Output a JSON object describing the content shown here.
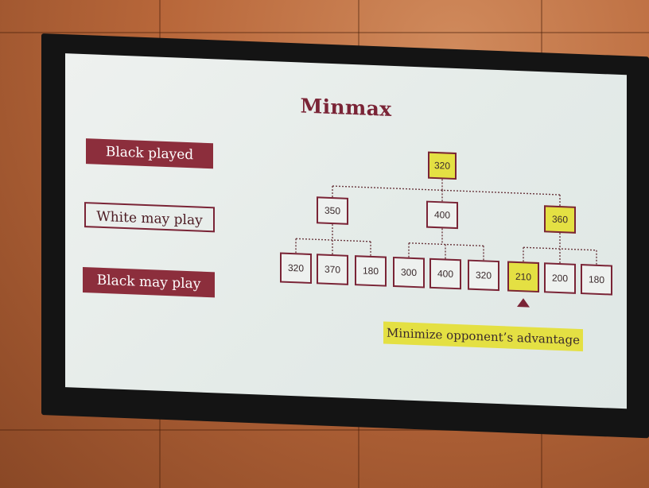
{
  "slide": {
    "title": "Minmax",
    "rows": {
      "black_played": "Black played",
      "white_may_play": "White may play",
      "black_may_play": "Black may play"
    },
    "tree": {
      "root": {
        "value": "320",
        "highlighted": true
      },
      "level1": [
        {
          "value": "350",
          "highlighted": false
        },
        {
          "value": "400",
          "highlighted": false
        },
        {
          "value": "360",
          "highlighted": true
        }
      ],
      "level2": [
        {
          "value": "320",
          "highlighted": false
        },
        {
          "value": "370",
          "highlighted": false
        },
        {
          "value": "180",
          "highlighted": false
        },
        {
          "value": "300",
          "highlighted": false
        },
        {
          "value": "400",
          "highlighted": false
        },
        {
          "value": "320",
          "highlighted": false
        },
        {
          "value": "210",
          "highlighted": true
        },
        {
          "value": "200",
          "highlighted": false
        },
        {
          "value": "180",
          "highlighted": false
        }
      ]
    },
    "caption": "Minimize opponent’s advantage",
    "colors": {
      "accent": "#8c2e3c",
      "highlight": "#e4e043",
      "screen": "#eef1ef",
      "wall": "#b8673a"
    }
  }
}
